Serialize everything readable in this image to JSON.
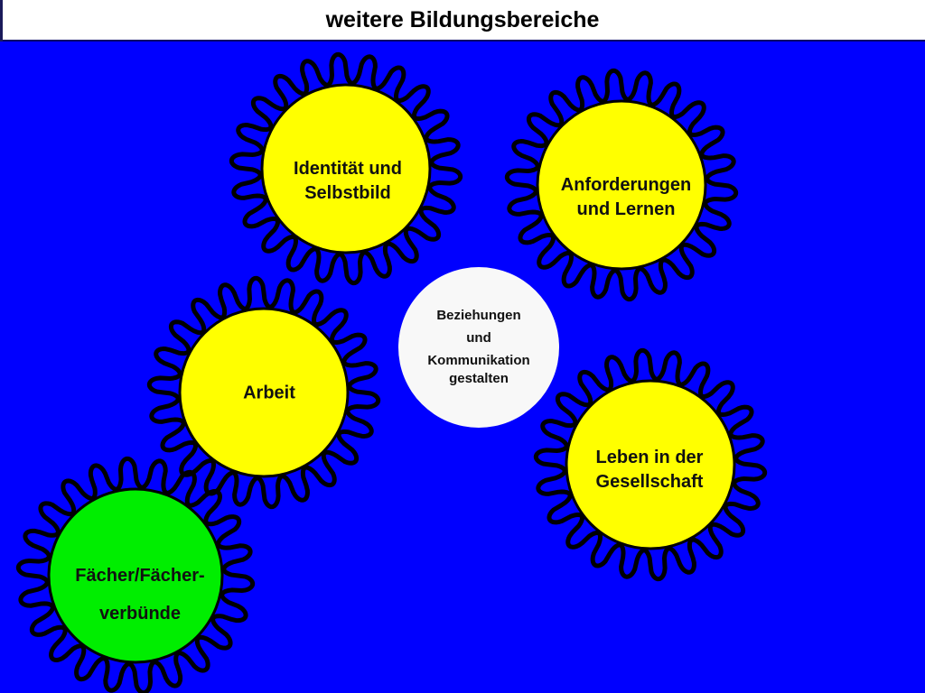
{
  "title": "weitere Bildungsbereiche",
  "colors": {
    "background": "#0000ff",
    "sun": "#ffff00",
    "green_sun": "#00ee00",
    "center": "#f8f8f8",
    "outline": "#000000"
  },
  "nodes": [
    {
      "id": "identitaet",
      "type": "gear",
      "color": "sun",
      "lines": [
        "Identität und",
        "Selbstbild"
      ]
    },
    {
      "id": "anforderungen",
      "type": "gear",
      "color": "sun",
      "lines": [
        "Anforderungen",
        "und Lernen"
      ]
    },
    {
      "id": "arbeit",
      "type": "gear",
      "color": "sun",
      "lines": [
        "Arbeit"
      ]
    },
    {
      "id": "gesellschaft",
      "type": "gear",
      "color": "sun",
      "lines": [
        "Leben in der",
        "Gesellschaft"
      ]
    },
    {
      "id": "faecher",
      "type": "gear",
      "color": "green_sun",
      "lines": [
        "Fächer/Fächer-",
        "verbünde"
      ]
    },
    {
      "id": "beziehungen",
      "type": "center",
      "color": "center",
      "lines": [
        "Beziehungen",
        "und",
        "Kommunikation",
        "gestalten"
      ]
    }
  ]
}
